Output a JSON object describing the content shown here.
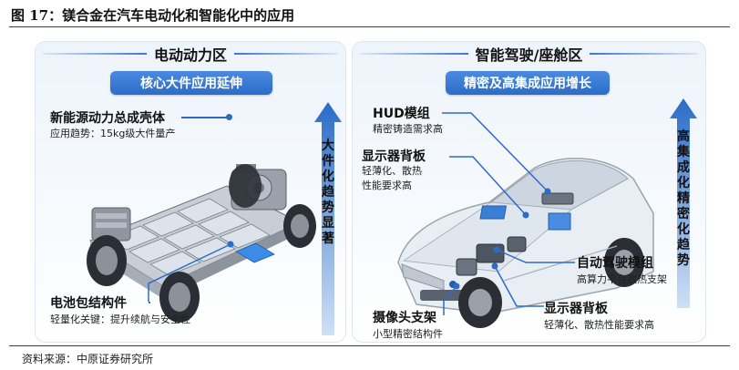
{
  "figure": {
    "title": "图 17：镁合金在汽车电动化和智能化中的应用",
    "source": "资料来源：中原证券研究所"
  },
  "left_panel": {
    "header": "电动动力区",
    "banner": "核心大件应用延伸",
    "arrow_text": "大件化趋势显著",
    "callouts": [
      {
        "title": "新能源动力总成壳体",
        "desc": "应用趋势：15kg级大件量产"
      },
      {
        "title": "电池包结构件",
        "desc": "轻量化关键：提升续航与安全性"
      }
    ]
  },
  "right_panel": {
    "header": "智能驾驶/座舱区",
    "banner": "精密及高集成应用增长",
    "arrow_text": "高集成化精密化趋势",
    "callouts": [
      {
        "title": "HUD模组",
        "desc": "精密铸造需求高"
      },
      {
        "title": "显示器背板",
        "desc1": "轻薄化、散热",
        "desc2": "性能要求高"
      },
      {
        "title": "自动驾驶模组",
        "desc": "高算力平台散热支架"
      },
      {
        "title": "显示器背板",
        "desc": "轻薄化、散热性能要求高"
      },
      {
        "title": "摄像头支架",
        "desc": "小型精密结构件"
      }
    ]
  },
  "colors": {
    "accent": "#2b6cc7",
    "rule": "#8a1c1c"
  }
}
